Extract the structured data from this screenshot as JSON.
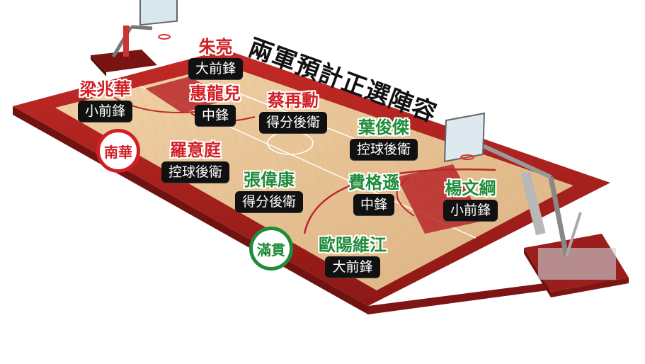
{
  "headline": "兩軍預計正選陣容",
  "colors": {
    "red": "#d21f26",
    "green": "#1f8c3a",
    "court_border": "#9a1f1c",
    "wood": "#e9c79c",
    "paint": "#b9272a"
  },
  "teams": [
    {
      "name": "南華",
      "color": "red"
    },
    {
      "name": "滿貫",
      "color": "green"
    }
  ],
  "players": [
    {
      "name": "朱亮",
      "position": "大前鋒",
      "team": "red"
    },
    {
      "name": "梁兆華",
      "position": "小前鋒",
      "team": "red"
    },
    {
      "name": "惠龍兒",
      "position": "中鋒",
      "team": "red"
    },
    {
      "name": "蔡再勳",
      "position": "得分後衛",
      "team": "red"
    },
    {
      "name": "羅意庭",
      "position": "控球後衛",
      "team": "red"
    },
    {
      "name": "葉俊傑",
      "position": "控球後衛",
      "team": "green"
    },
    {
      "name": "張偉康",
      "position": "得分後衛",
      "team": "green"
    },
    {
      "name": "費格遜",
      "position": "中鋒",
      "team": "green"
    },
    {
      "name": "楊文綱",
      "position": "小前鋒",
      "team": "green"
    },
    {
      "name": "歐陽維江",
      "position": "大前鋒",
      "team": "green"
    }
  ]
}
